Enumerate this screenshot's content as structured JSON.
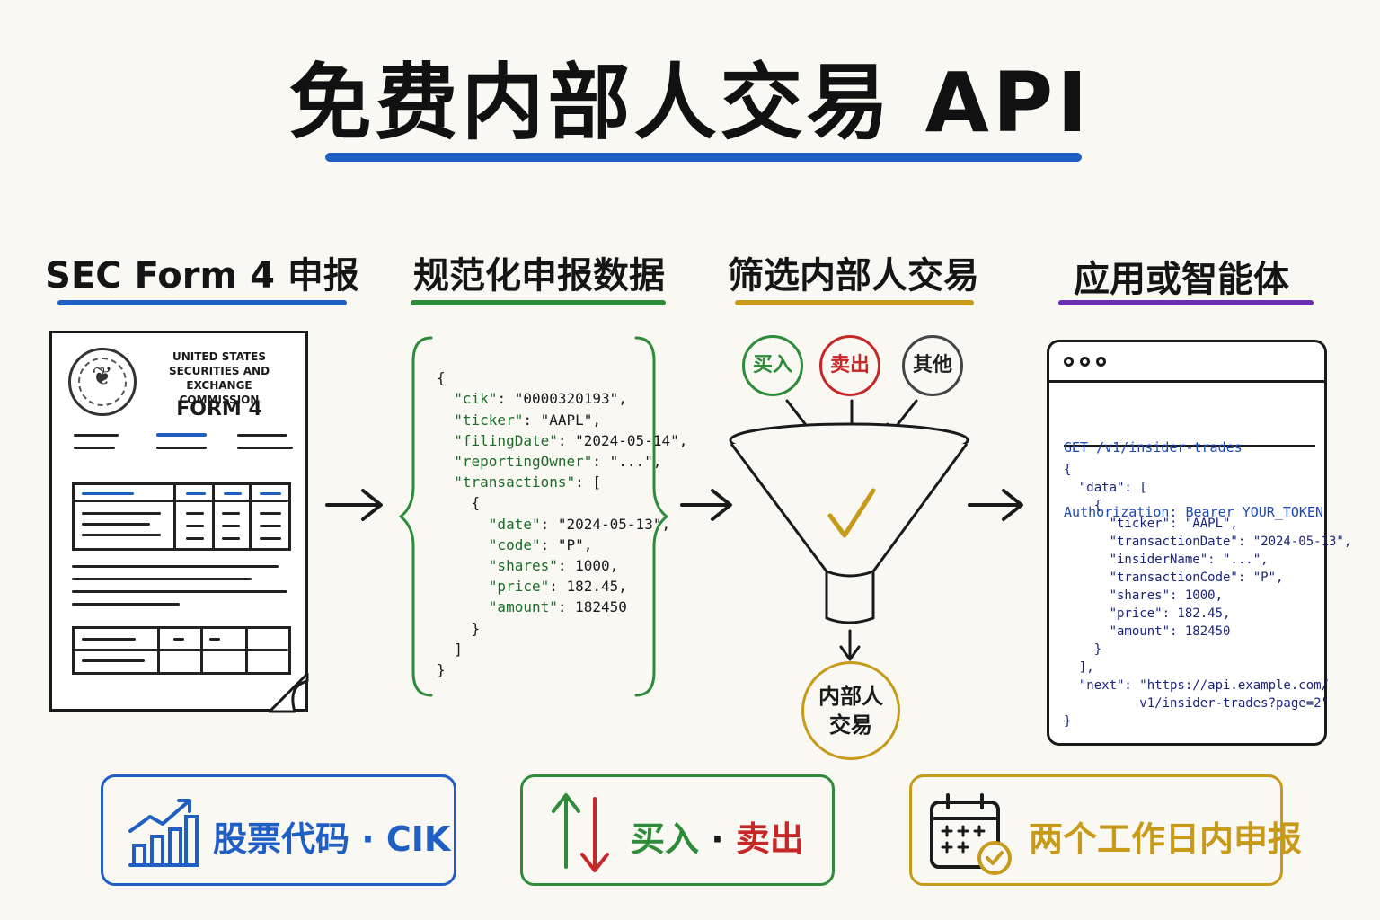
{
  "title": "免费内部人交易 API",
  "columns": [
    {
      "title": "SEC Form 4 申报",
      "color": "#1f5fc4"
    },
    {
      "title": "规范化申报数据",
      "color": "#2e8b3a"
    },
    {
      "title": "筛选内部人交易",
      "color": "#c79a1a"
    },
    {
      "title": "应用或智能体",
      "color": "#6a2fb0"
    }
  ],
  "form": {
    "header_line1": "UNITED STATES",
    "header_line2": "SECURITIES AND EXCHANGE",
    "header_line3": "COMMISSION",
    "form_name": "FORM 4",
    "seal_icon": "sec-seal"
  },
  "json_open": "{",
  "json_lines": [
    {
      "key": "\"cik\"",
      "val": ": \"0000320193\","
    },
    {
      "key": "\"ticker\"",
      "val": ": \"AAPL\","
    },
    {
      "key": "\"filingDate\"",
      "val": ": \"2024-05-14\","
    },
    {
      "key": "\"reportingOwner\"",
      "val": ": \"...\","
    },
    {
      "key": "\"transactions\"",
      "val": ": ["
    }
  ],
  "json_inner_open": "  {",
  "json_tx": [
    {
      "key": "\"date\"",
      "val": ": \"2024-05-13\","
    },
    {
      "key": "\"code\"",
      "val": ": \"P\","
    },
    {
      "key": "\"shares\"",
      "val": ": 1000,"
    },
    {
      "key": "\"price\"",
      "val": ": 182.45,"
    },
    {
      "key": "\"amount\"",
      "val": ": 182450"
    }
  ],
  "json_inner_close": "  }",
  "json_arr_close": "]",
  "json_close": "}",
  "filter": {
    "tags": [
      {
        "label": "买入",
        "color": "#2e8b3a"
      },
      {
        "label": "卖出",
        "color": "#c62828"
      },
      {
        "label": "其他",
        "color": "#444444"
      }
    ],
    "result": "内部人\n交易",
    "check_icon": "checkmark"
  },
  "api": {
    "request_line1": "GET /v1/insider-trades",
    "request_line2": "Authorization: Bearer YOUR_TOKEN",
    "response": "{\n  \"data\": [\n    {\n      \"ticker\": \"AAPL\",\n      \"transactionDate\": \"2024-05-13\",\n      \"insiderName\": \"...\",\n      \"transactionCode\": \"P\",\n      \"shares\": 1000,\n      \"price\": 182.45,\n      \"amount\": 182450\n    }\n  ],\n  \"next\": \"https://api.example.com/\n          v1/insider-trades?page=2\"\n}"
  },
  "cards": [
    {
      "text": "股票代码 · CIK",
      "icon": "bar-chart-trend-icon",
      "color": "#1f5fc4"
    },
    {
      "buy": "买入",
      "sep": " · ",
      "sell": "卖出",
      "icon": "up-down-arrows-icon",
      "buy_color": "#2e8b3a",
      "sell_color": "#c62828",
      "border": "#2e8b3a"
    },
    {
      "text": "两个工作日内申报",
      "icon": "calendar-check-icon",
      "color": "#c79a1a"
    }
  ]
}
